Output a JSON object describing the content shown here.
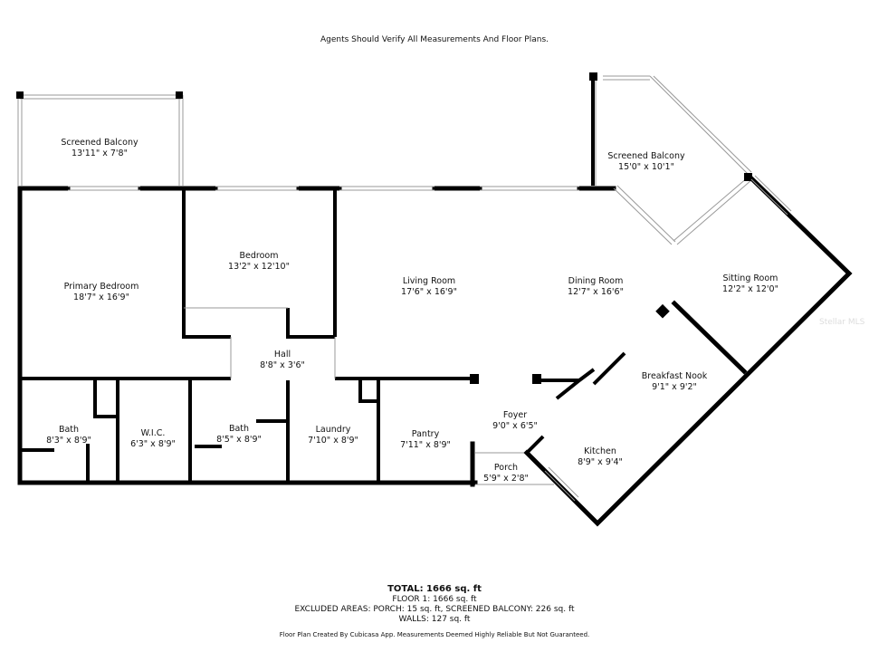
{
  "header_note": "Agents Should Verify All Measurements And Floor Plans.",
  "rooms": [
    {
      "name": "Screened Balcony",
      "size": "13'11\" x 7'8\""
    },
    {
      "name": "Screened Balcony",
      "size": "15'0\" x 10'1\""
    },
    {
      "name": "Primary Bedroom",
      "size": "18'7\" x 16'9\""
    },
    {
      "name": "Bedroom",
      "size": "13'2\" x 12'10\""
    },
    {
      "name": "Living Room",
      "size": "17'6\" x 16'9\""
    },
    {
      "name": "Dining Room",
      "size": "12'7\" x 16'6\""
    },
    {
      "name": "Sitting Room",
      "size": "12'2\" x 12'0\""
    },
    {
      "name": "Hall",
      "size": "8'8\" x 3'6\""
    },
    {
      "name": "Breakfast Nook",
      "size": "9'1\" x 9'2\""
    },
    {
      "name": "Bath",
      "size": "8'3\" x 8'9\""
    },
    {
      "name": "W.I.C.",
      "size": "6'3\" x 8'9\""
    },
    {
      "name": "Bath",
      "size": "8'5\" x 8'9\""
    },
    {
      "name": "Laundry",
      "size": "7'10\" x 8'9\""
    },
    {
      "name": "Pantry",
      "size": "7'11\" x 8'9\""
    },
    {
      "name": "Foyer",
      "size": "9'0\" x 6'5\""
    },
    {
      "name": "Kitchen",
      "size": "8'9\" x 9'4\""
    },
    {
      "name": "Porch",
      "size": "5'9\" x 2'8\""
    }
  ],
  "summary": {
    "total": "TOTAL: 1666 sq. ft",
    "floor1": "FLOOR 1: 1666 sq. ft",
    "excluded": "EXCLUDED AREAS: PORCH: 15 sq. ft, SCREENED BALCONY: 226 sq. ft",
    "walls": "WALLS: 127 sq. ft"
  },
  "footer_note": "Floor Plan Created By Cubicasa App. Measurements Deemed Highly Reliable But Not Guaranteed.",
  "watermark": "Stellar MLS"
}
